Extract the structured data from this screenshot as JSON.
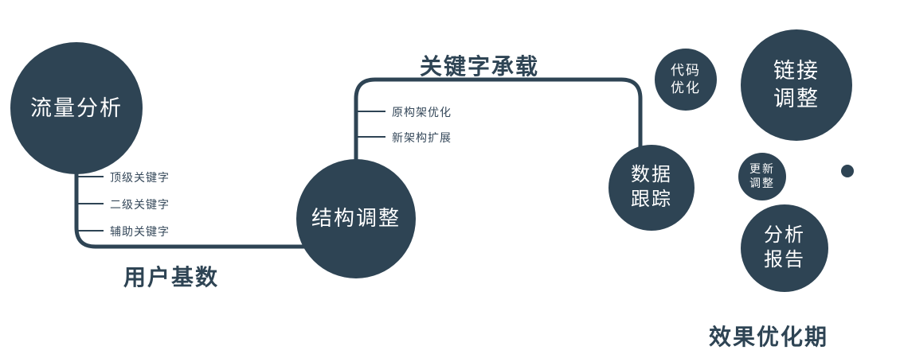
{
  "nodes": {
    "traffic": "流量分析",
    "structure": "结构调整",
    "tracking": "数据\n跟踪",
    "code": "代码\n优化",
    "link": "链接\n调整",
    "update": "更新\n调整",
    "report": "分析\n报告"
  },
  "branches": {
    "traffic": [
      "顶级关键字",
      "二级关键字",
      "辅助关键字"
    ],
    "structure": [
      "原构架优化",
      "新架构扩展"
    ]
  },
  "edges": {
    "user_base": "用户基数",
    "keyword_load": "关键字承载"
  },
  "footer": "效果优化期",
  "colors": {
    "primary": "#2e4454",
    "label_text": "#35485a",
    "node_text": "#ffffff",
    "background": "#ffffff"
  }
}
